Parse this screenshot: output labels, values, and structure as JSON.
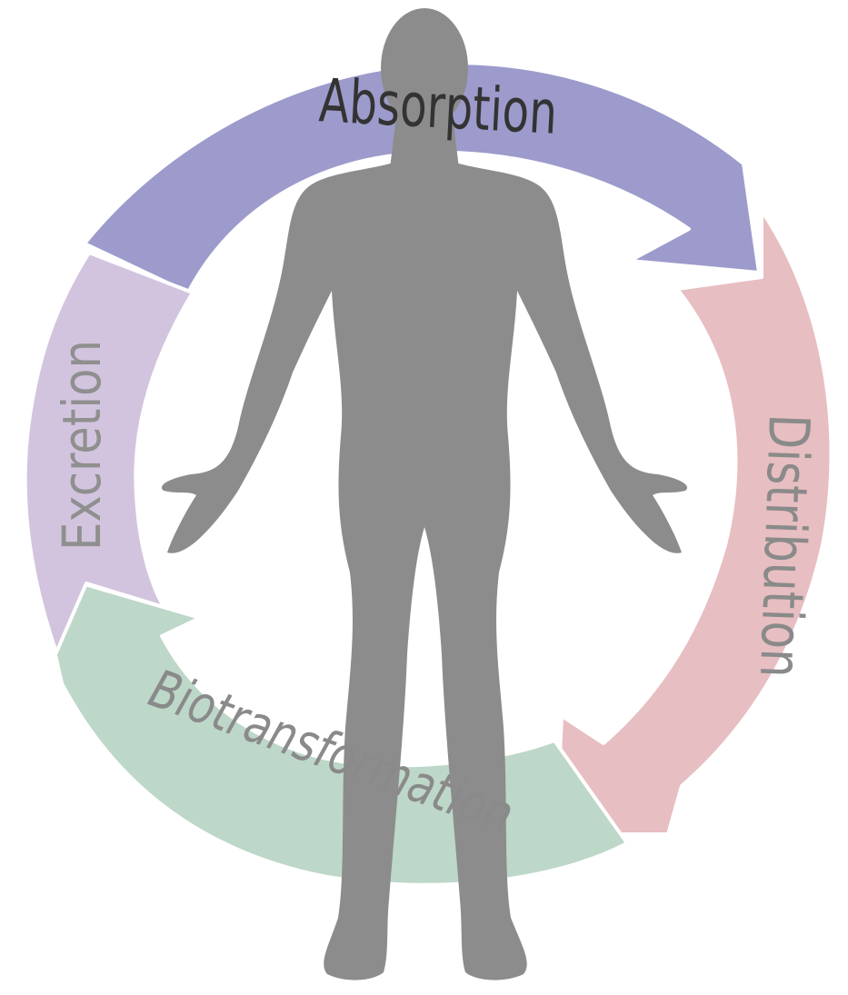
{
  "diagram": {
    "stages": [
      {
        "key": "absorption",
        "label": "Absorption",
        "color": "#9c9bcb",
        "text_color": "#333333"
      },
      {
        "key": "distribution",
        "label": "Distribution",
        "color": "#e7bec1",
        "text_color": "#8a8a8a"
      },
      {
        "key": "biotransformation",
        "label": "Biotransformation",
        "color": "#bdd7c9",
        "text_color": "#8a8a8a"
      },
      {
        "key": "excretion",
        "label": "Excretion",
        "color": "#d2c4de",
        "text_color": "#8f8f8f"
      }
    ],
    "figure_color": "#8c8c8c"
  }
}
